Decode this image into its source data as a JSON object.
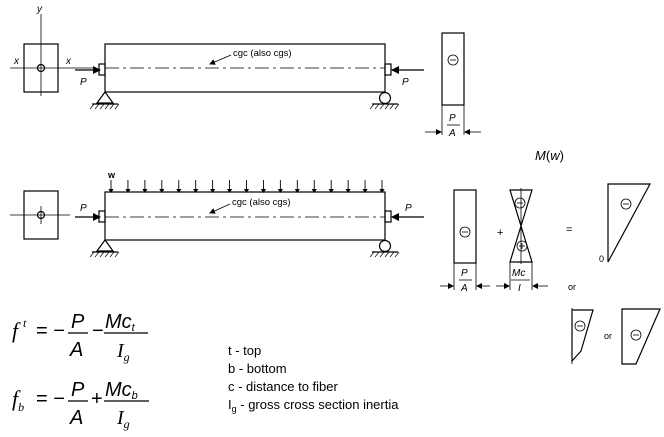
{
  "labels": {
    "axis_y": "y",
    "axis_x_left": "x",
    "axis_x_right": "x",
    "load_P": "P",
    "cgc_label": "cgc (also cgs)",
    "stress_P": "P",
    "stress_A": "A",
    "load_w": "w",
    "moment_M": "M",
    "moment_open": "(",
    "moment_w": "w",
    "moment_close": ")",
    "plus": "+",
    "equals": "=",
    "zero": "0",
    "or": "or",
    "Mc": "Mc",
    "I": "I",
    "minus": "⊖",
    "plus_circle": "⊕"
  },
  "formulas": {
    "top": {
      "f": "f",
      "sup": "t",
      "eq": "= −",
      "P": "P",
      "A": "A",
      "minus": "−",
      "Mc": "Mc",
      "c_sub": "t",
      "I": "I",
      "g": "g"
    },
    "bottom": {
      "f": "f",
      "sub": "b",
      "eq": "= −",
      "P": "P",
      "A": "A",
      "plus": "+",
      "Mc": "Mc",
      "c_sub": "b",
      "I": "I",
      "g": "g"
    }
  },
  "legend": {
    "top": "t - top",
    "bottom": "b - bottom",
    "c": "c - distance to fiber",
    "ig_main": "I",
    "ig_sub": "g",
    "ig_rest": " - gross cross section inertia"
  },
  "load_count": 17
}
